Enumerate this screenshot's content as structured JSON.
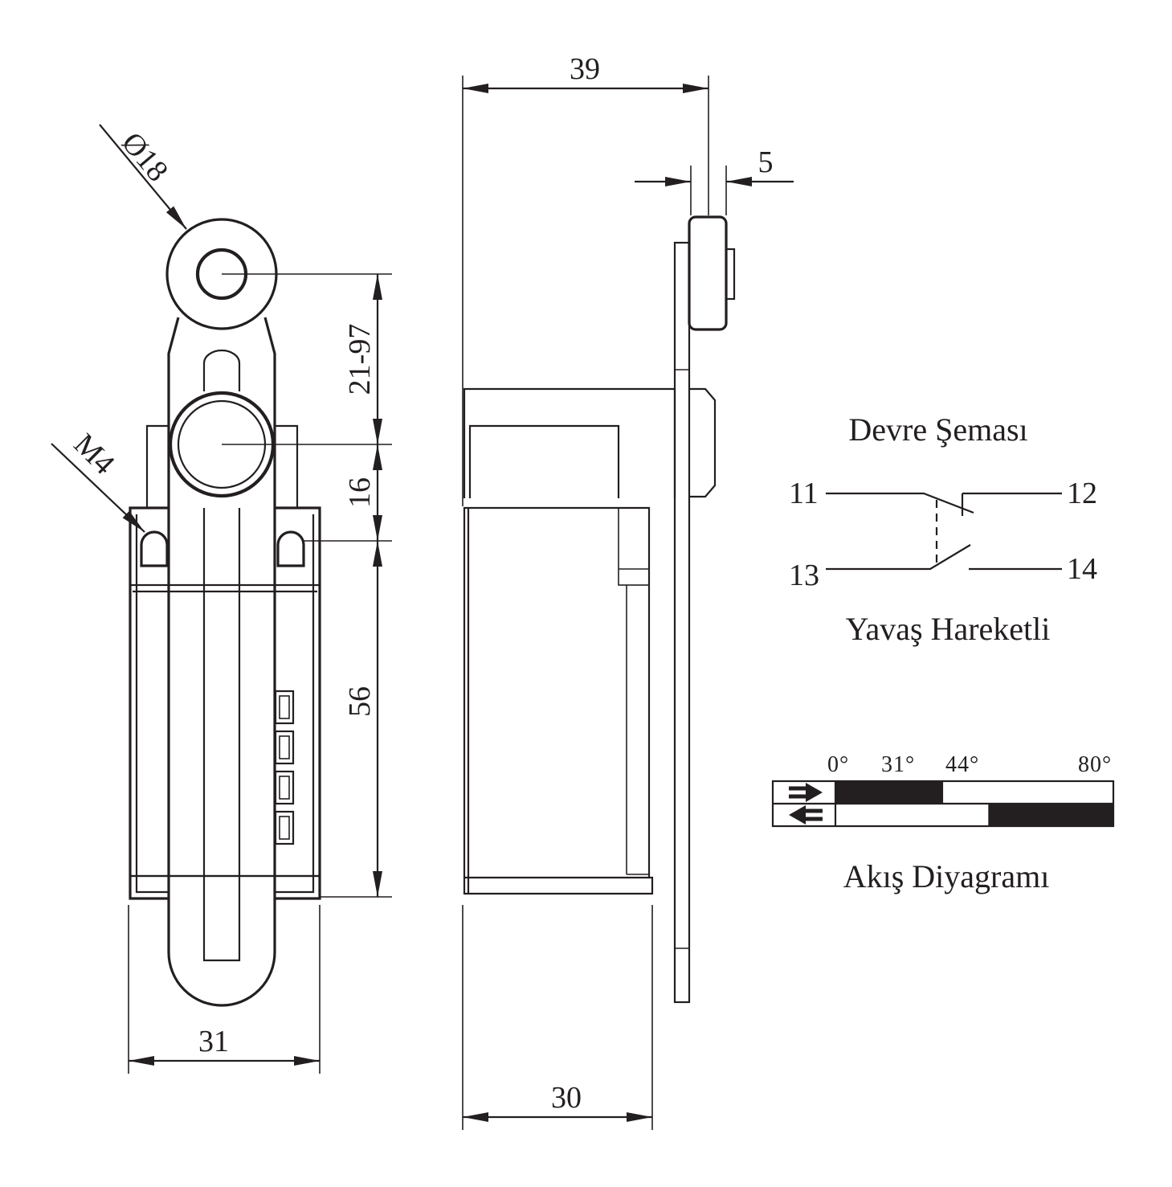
{
  "dimensions": {
    "roller_diameter": "Ø18",
    "thread": "M4",
    "arm_length": "21-97",
    "axis_offset": "16",
    "body_height": "56",
    "front_width": "31",
    "side_overall_depth": "39",
    "roller_width": "5",
    "side_body_depth": "30"
  },
  "circuit": {
    "title": "Devre Şeması",
    "terminals": {
      "t11": "11",
      "t12": "12",
      "t13": "13",
      "t14": "14"
    },
    "action_label": "Yavaş Hareketli"
  },
  "flow": {
    "title": "Akış Diyagramı",
    "angles": [
      "0°",
      "31°",
      "44°",
      "80°"
    ],
    "row_forward": {
      "closed_from": 0,
      "closed_to": 31
    },
    "row_reverse": {
      "closed_from": 44,
      "closed_to": 80
    },
    "max_angle": 80,
    "fill_color": "#231f20"
  }
}
